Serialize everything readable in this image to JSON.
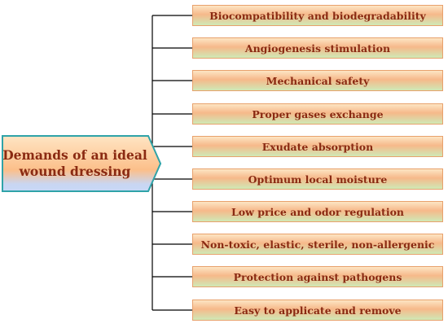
{
  "root": {
    "line1": "Demands of an ideal",
    "line2": "wound dressing"
  },
  "items": [
    "Biocompatibility and biodegradability",
    "Angiogenesis stimulation",
    "Mechanical safety",
    "Proper gases exchange",
    "Exudate absorption",
    "Optimum local moisture",
    "Low price and odor regulation",
    "Non-toxic, elastic, sterile, non-allergenic",
    "Protection against pathogens",
    "Easy to applicate and remove"
  ],
  "colors": {
    "text": "#8a2a12",
    "root_border": "#2fa3a8",
    "connector": "#000000",
    "item_border": "#e8a16c"
  }
}
